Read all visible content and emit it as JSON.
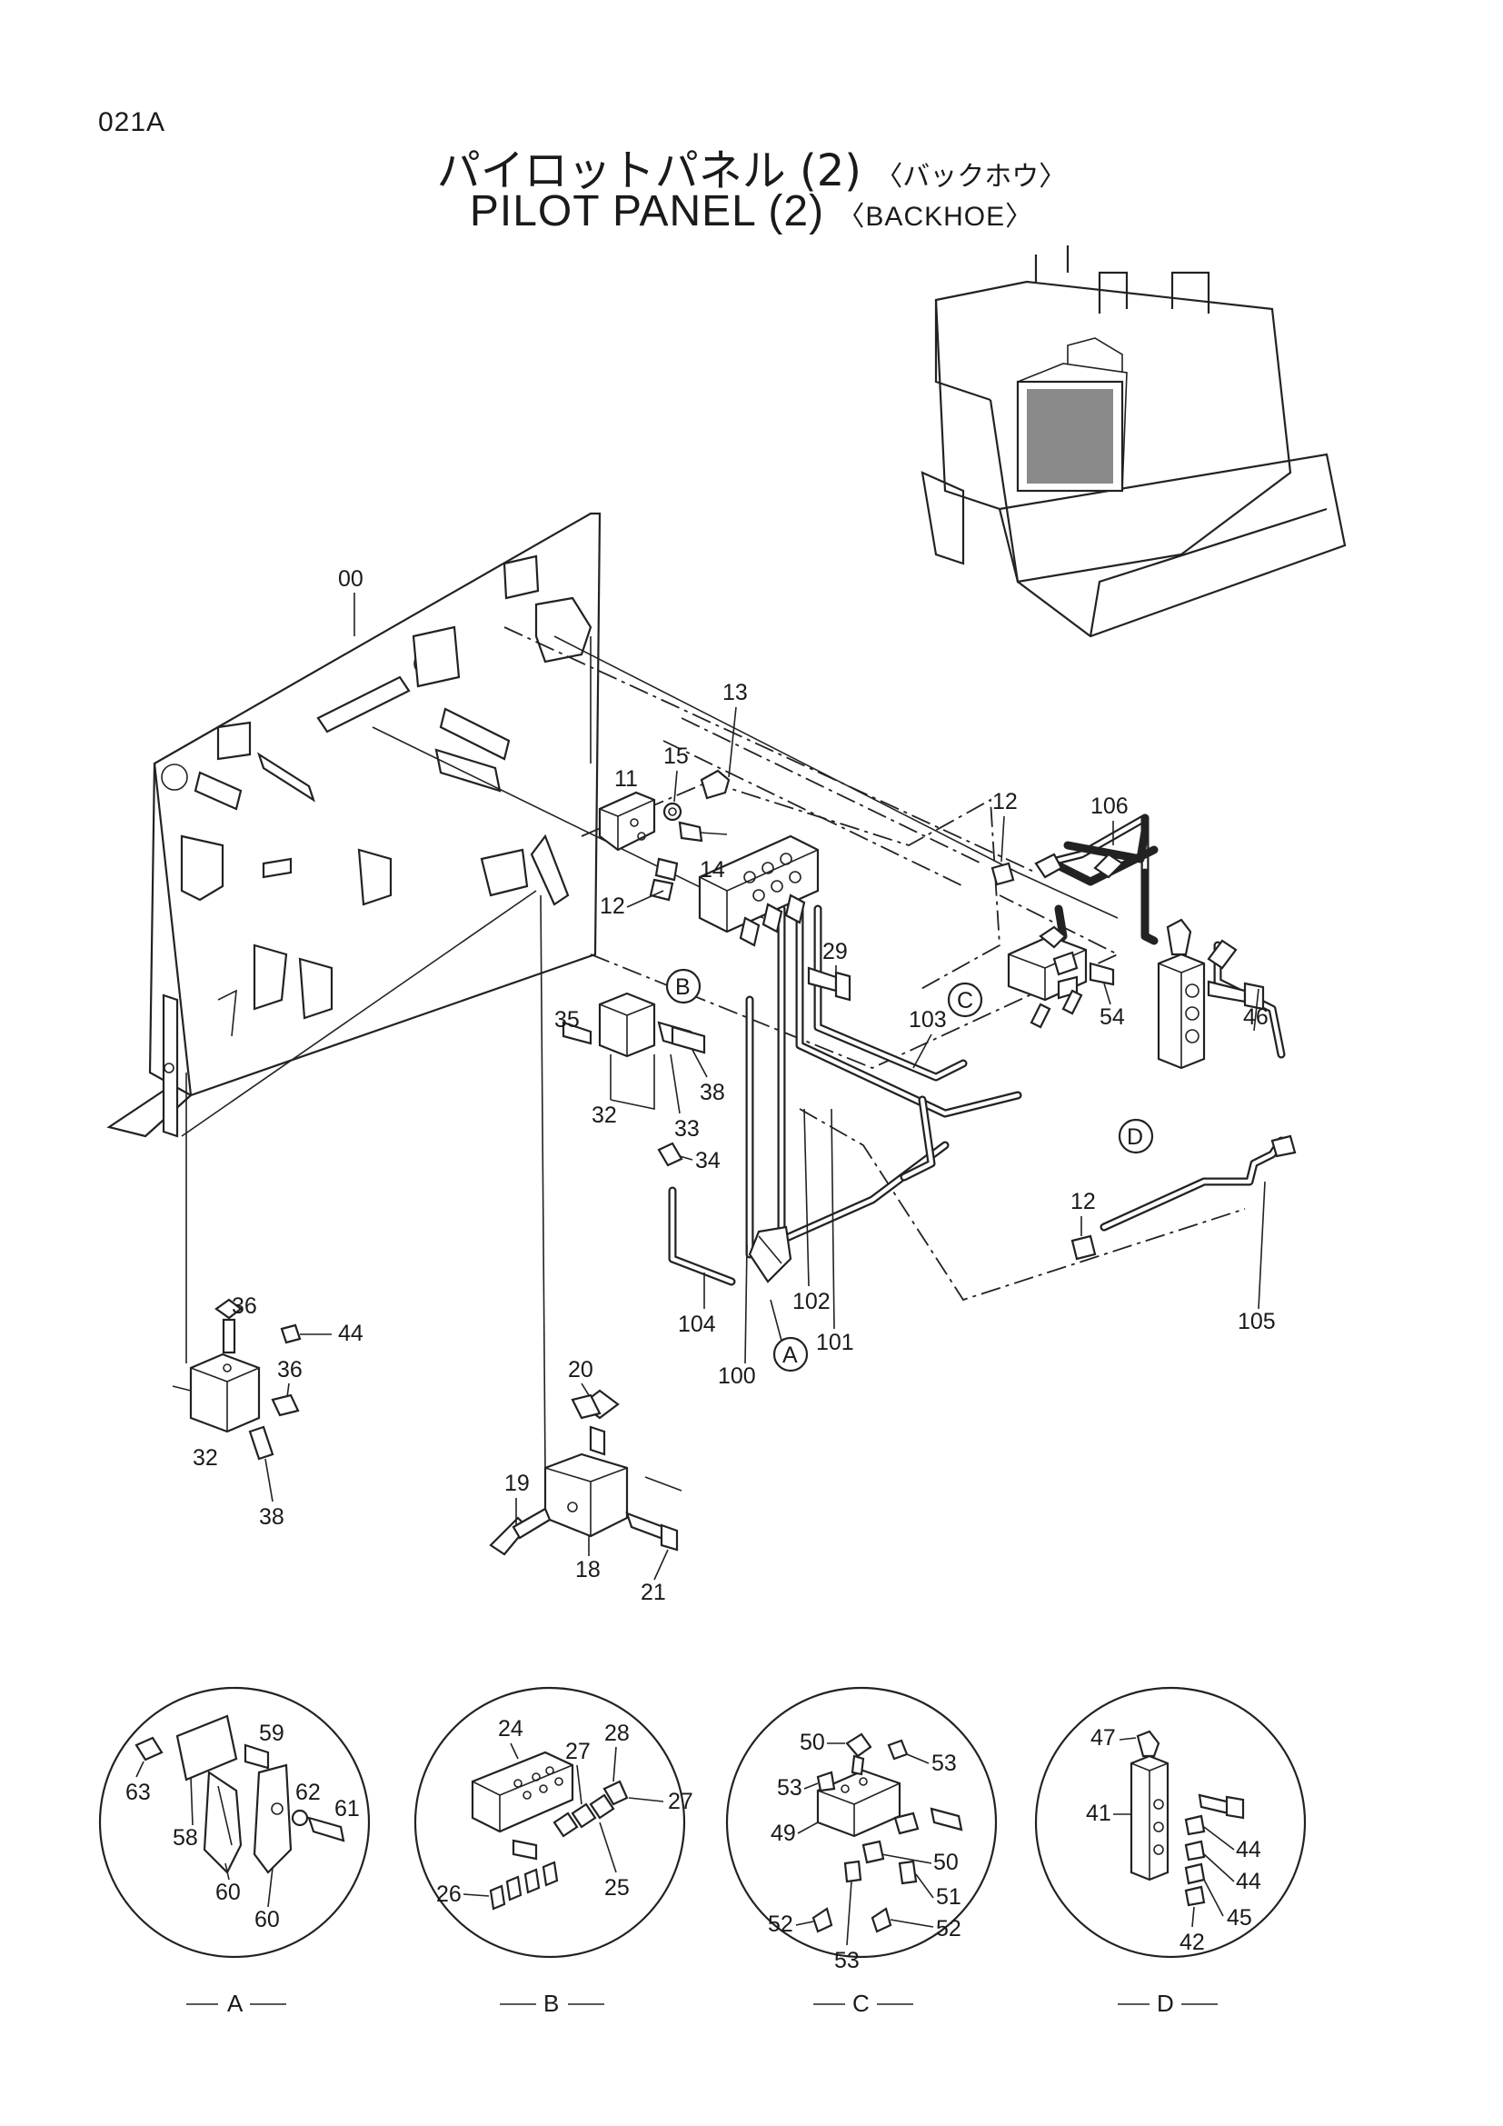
{
  "page_code": "021A",
  "title_jp": "パイロットパネル (2)",
  "title_jp_sub": "〈バックホウ〉",
  "title_en": "PILOT PANEL (2)",
  "title_en_sub": "〈BACKHOE〉",
  "callouts": {
    "c00": "00",
    "c13": "13",
    "c15": "15",
    "c11": "11",
    "c14": "14",
    "c12a": "12",
    "c12b": "12",
    "c106": "106",
    "c29": "29",
    "c46": "46",
    "c54": "54",
    "c35": "35",
    "c32a": "32",
    "c38a": "38",
    "c33": "33",
    "c34": "34",
    "c103": "103",
    "c12c": "12",
    "c105": "105",
    "c104": "104",
    "c100": "100",
    "c102": "102",
    "c101": "101",
    "c36a": "36",
    "c44a": "44",
    "c36b": "36",
    "c32b": "32",
    "c38b": "38",
    "c20": "20",
    "c19": "19",
    "c18": "18",
    "c21": "21"
  },
  "view_markers": {
    "A": "A",
    "B": "B",
    "C": "C",
    "D": "D"
  },
  "detail_A": {
    "letter": "A",
    "labels": [
      "59",
      "63",
      "58",
      "60",
      "60",
      "62",
      "61"
    ]
  },
  "detail_B": {
    "letter": "B",
    "labels": [
      "24",
      "27",
      "28",
      "27",
      "25",
      "26"
    ]
  },
  "detail_C": {
    "letter": "C",
    "labels": [
      "50",
      "53",
      "53",
      "49",
      "50",
      "51",
      "52",
      "52",
      "53"
    ]
  },
  "detail_D": {
    "letter": "D",
    "labels": [
      "47",
      "41",
      "44",
      "44",
      "45",
      "42"
    ]
  }
}
